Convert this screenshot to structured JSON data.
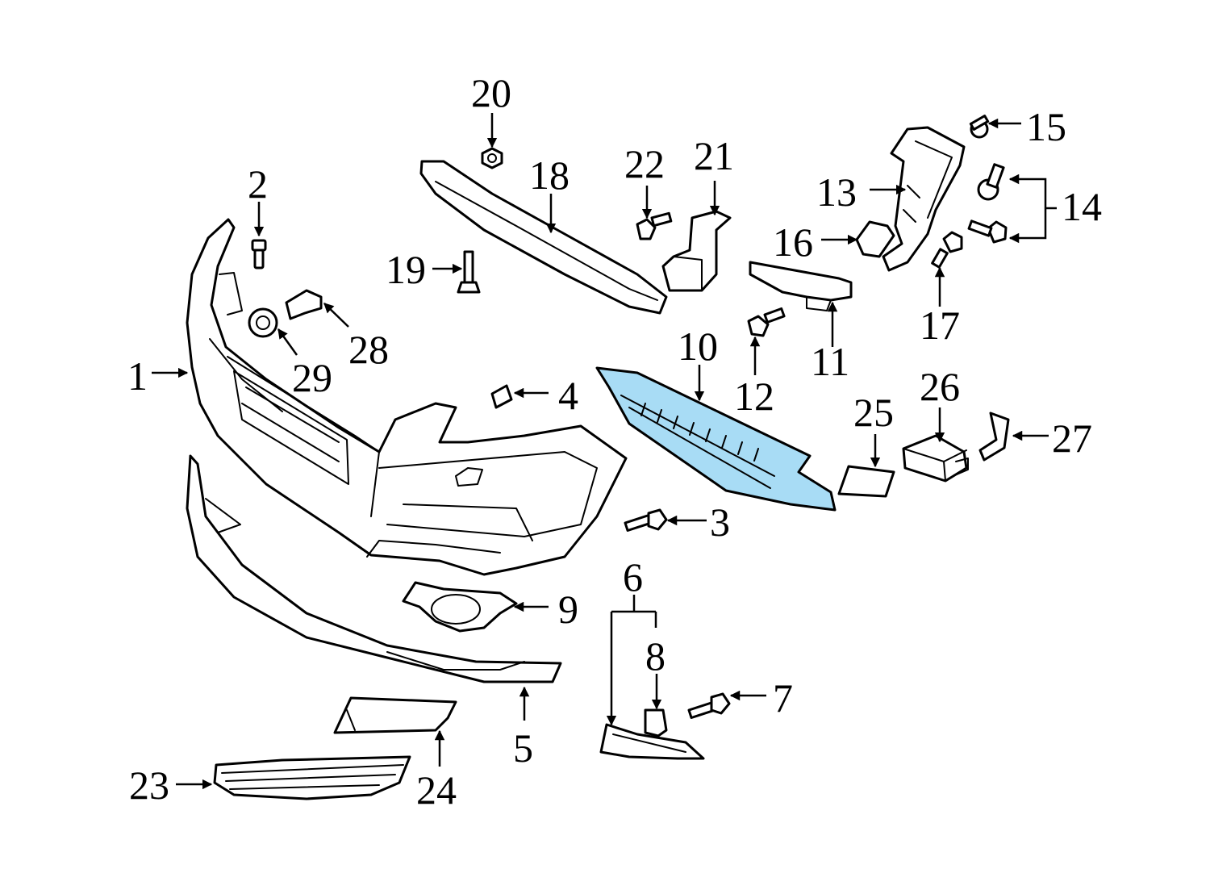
{
  "diagram": {
    "highlight_color": "#a8dcf5",
    "line_color": "#000000",
    "highlighted_part": "10",
    "callouts": [
      "1",
      "2",
      "3",
      "4",
      "5",
      "6",
      "7",
      "8",
      "9",
      "10",
      "11",
      "12",
      "13",
      "14",
      "15",
      "16",
      "17",
      "18",
      "19",
      "20",
      "21",
      "22",
      "23",
      "24",
      "25",
      "26",
      "27",
      "28",
      "29"
    ]
  }
}
